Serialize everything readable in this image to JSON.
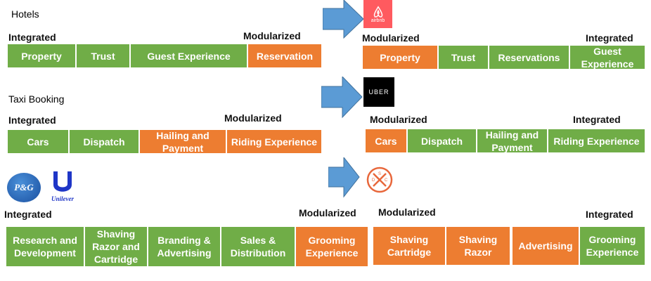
{
  "colors": {
    "integrated": "#70ad47",
    "modularized": "#ed7d31",
    "arrow": "#5b9bd5"
  },
  "hotels": {
    "title": "Hotels",
    "left": {
      "label_left": "Integrated",
      "label_right": "Modularized",
      "blocks": [
        "Property",
        "Trust",
        "Guest Experience",
        "Reservation"
      ]
    },
    "logo": "airbnb",
    "right": {
      "label_left": "Modularized",
      "label_right": "Integrated",
      "blocks": [
        "Property",
        "Trust",
        "Reservations",
        "Guest Experience"
      ]
    }
  },
  "taxi": {
    "title": "Taxi Booking",
    "left": {
      "label_left": "Integrated",
      "label_right": "Modularized",
      "blocks": [
        "Cars",
        "Dispatch",
        "Hailing and Payment",
        "Riding Experience"
      ]
    },
    "logo": "UBER",
    "right": {
      "label_left": "Modularized",
      "label_right": "Integrated",
      "blocks": [
        "Cars",
        "Dispatch",
        "Hailing and Payment",
        "Riding Experience"
      ]
    }
  },
  "grooming": {
    "logo_left_1": "P&G",
    "logo_left_2": "Unilever",
    "left": {
      "label_left": "Integrated",
      "label_right": "Modularized",
      "blocks": [
        "Research and Development",
        "Shaving Razor and Cartridge",
        "Branding & Advertising",
        "Sales & Distribution",
        "Grooming Experience"
      ]
    },
    "right_logo_letters": [
      "S",
      "D",
      "C"
    ],
    "right": {
      "label_left": "Modularized",
      "label_right": "Integrated",
      "blocks": [
        "Shaving Cartridge",
        "Shaving Razor",
        "Advertising",
        "Grooming Experience"
      ]
    }
  }
}
